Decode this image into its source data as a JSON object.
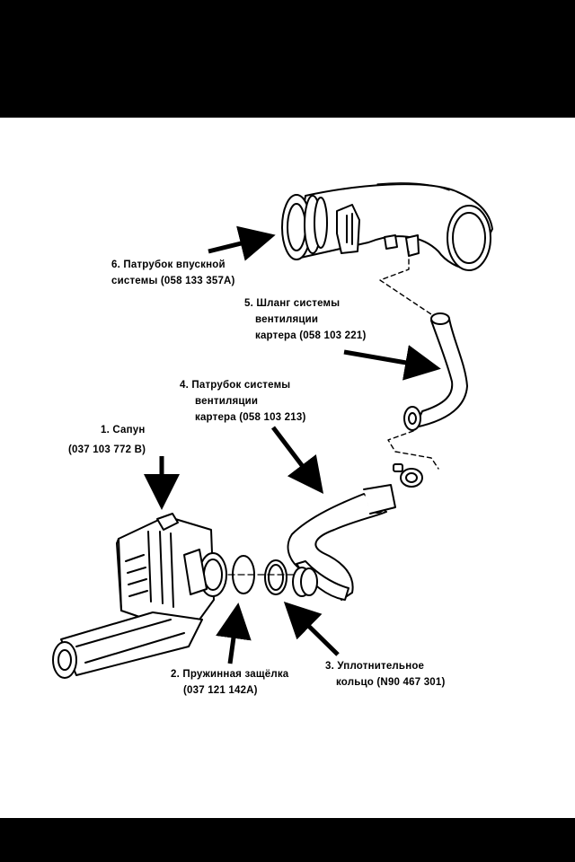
{
  "labels": {
    "part1": {
      "line1": "1. Сапун",
      "line2": "(037 103 772 В)"
    },
    "part2": {
      "line1": "2. Пружинная защёлка",
      "line2": "(037 121 142А)"
    },
    "part3": {
      "line1": "3. Уплотнительное",
      "line2": "кольцо (N90 467 301)"
    },
    "part4": {
      "line1": "4. Патрубок системы",
      "line2": "вентиляции",
      "line3": "картера (058 103 213)"
    },
    "part5": {
      "line1": "5. Шланг системы",
      "line2": "вентиляции",
      "line3": "картера (058 103 221)"
    },
    "part6": {
      "line1": "6. Патрубок впускной",
      "line2": "системы (058 133 357А)"
    }
  },
  "icons": [
    "breather-icon",
    "spring-clip-icon",
    "seal-ring-icon",
    "ventilation-pipe-icon",
    "ventilation-hose-icon",
    "intake-pipe-icon"
  ],
  "colors": {
    "background": "#ffffff",
    "frame": "#000000",
    "ink": "#000000"
  }
}
